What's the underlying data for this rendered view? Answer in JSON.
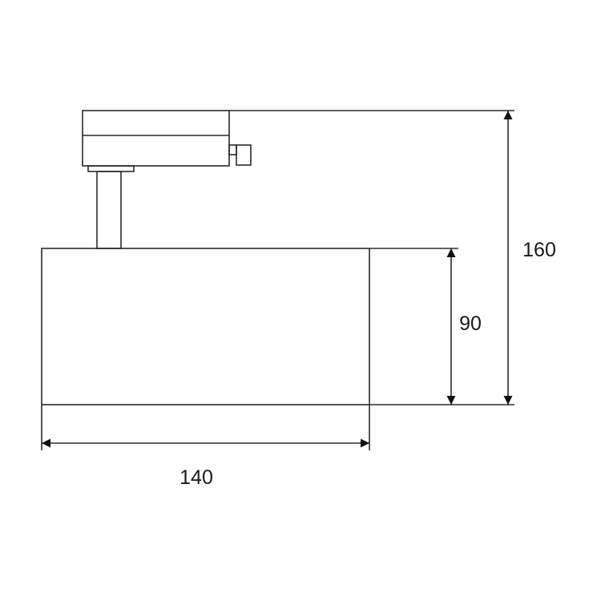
{
  "dimensions": {
    "width": "140",
    "body_height": "90",
    "total_height": "160"
  }
}
